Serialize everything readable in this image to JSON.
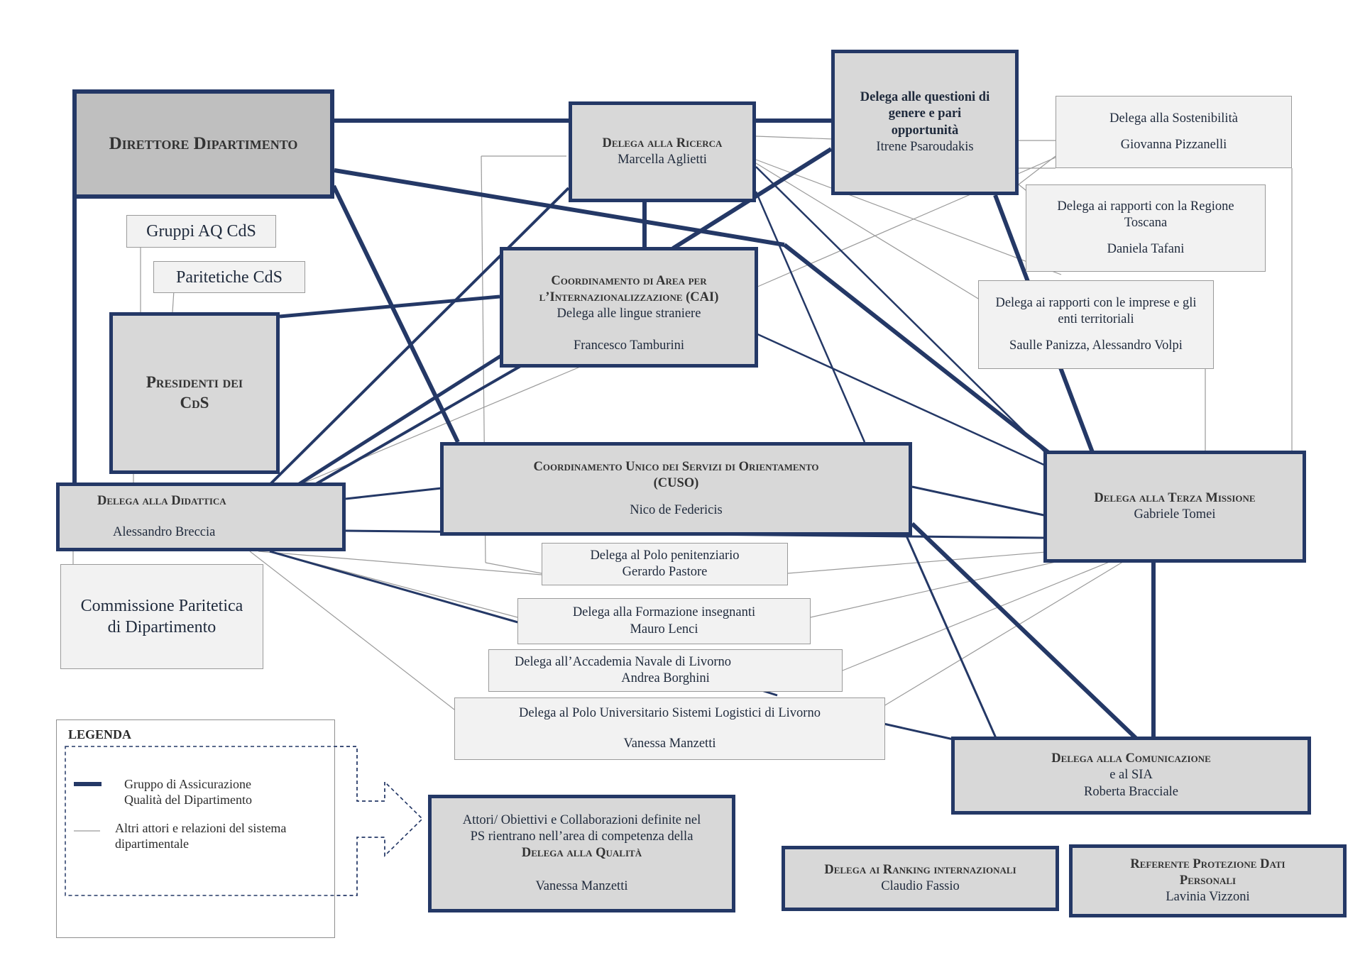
{
  "colors": {
    "strong_border": "#243866",
    "strong_fill": "#d8d8d8",
    "director_fill": "#bfbfbf",
    "weak_fill": "#f2f2f2",
    "weak_border": "#9a9a9a"
  },
  "nodes": {
    "direttore": {
      "title": "Direttore Dipartimento"
    },
    "ricerca": {
      "title": "Delega alla Ricerca",
      "person": "Marcella Aglietti"
    },
    "genere": {
      "line1": "Delega alle questioni di",
      "line2": "genere e pari",
      "line3": "opportunità",
      "person": "Itrene Psaroudakis"
    },
    "sostenibilita": {
      "title": "Delega alla Sostenibilità",
      "person": "Giovanna Pizzanelli"
    },
    "regione": {
      "title": "Delega ai rapporti con la Regione Toscana",
      "person": "Daniela Tafani"
    },
    "imprese": {
      "title": "Delega ai rapporti con le imprese e gli enti territoriali",
      "person": "Saulle Panizza, Alessandro Volpi"
    },
    "gruppi_aq": {
      "title": "Gruppi AQ CdS"
    },
    "paritetiche": {
      "title": "Paritetiche CdS"
    },
    "cai": {
      "title_line1": "Coordinamento di Area per",
      "title_line2": "l’Internazionalizzazione (CAI)",
      "subtitle": "Delega alle lingue straniere",
      "person": "Francesco Tamburini"
    },
    "presidenti": {
      "title_line1": "Presidenti dei",
      "title_line2": "CdS"
    },
    "cuso": {
      "title_line1": "Coordinamento Unico dei Servizi di Orientamento",
      "title_line2": "(CUSO)",
      "person": "Nico de Federicis"
    },
    "didattica": {
      "title": "Delega alla Didattica",
      "person": "Alessandro Breccia"
    },
    "terza_missione": {
      "title": "Delega alla Terza Missione",
      "person": "Gabriele Tomei"
    },
    "commissione": {
      "line1": "Commissione Paritetica",
      "line2": "di Dipartimento"
    },
    "penitenziario": {
      "title": "Delega al Polo penitenziario",
      "person": "Gerardo Pastore"
    },
    "formazione": {
      "title": "Delega alla Formazione insegnanti",
      "person": "Mauro Lenci"
    },
    "accademia": {
      "title": "Delega all’Accademia Navale di Livorno",
      "person": "Andrea Borghini"
    },
    "logistici": {
      "title": "Delega al Polo Universitario Sistemi Logistici di Livorno",
      "person": "Vanessa Manzetti"
    },
    "comunicazione": {
      "title": "Delega alla Comunicazione",
      "subtitle": "e al SIA",
      "person": "Roberta Bracciale"
    },
    "qualita": {
      "line1": "Attori/ Obiettivi e Collaborazioni definite nel",
      "line2": "PS rientrano nell’area di competenza della",
      "title": "Delega alla Qualità",
      "person": "Vanessa Manzetti"
    },
    "ranking": {
      "title": "Delega ai Ranking internazionali",
      "person": "Claudio Fassio"
    },
    "privacy": {
      "title_line1": "Referente Protezione Dati",
      "title_line2": "Personali",
      "person": "Lavinia Vizzoni"
    }
  },
  "legend": {
    "title": "LEGENDA",
    "strong_line1": "Gruppo di Assicurazione",
    "strong_line2": "Qualità del Dipartimento",
    "weak_line1": "Altri attori e relazioni del sistema",
    "weak_line2": "dipartimentale"
  }
}
